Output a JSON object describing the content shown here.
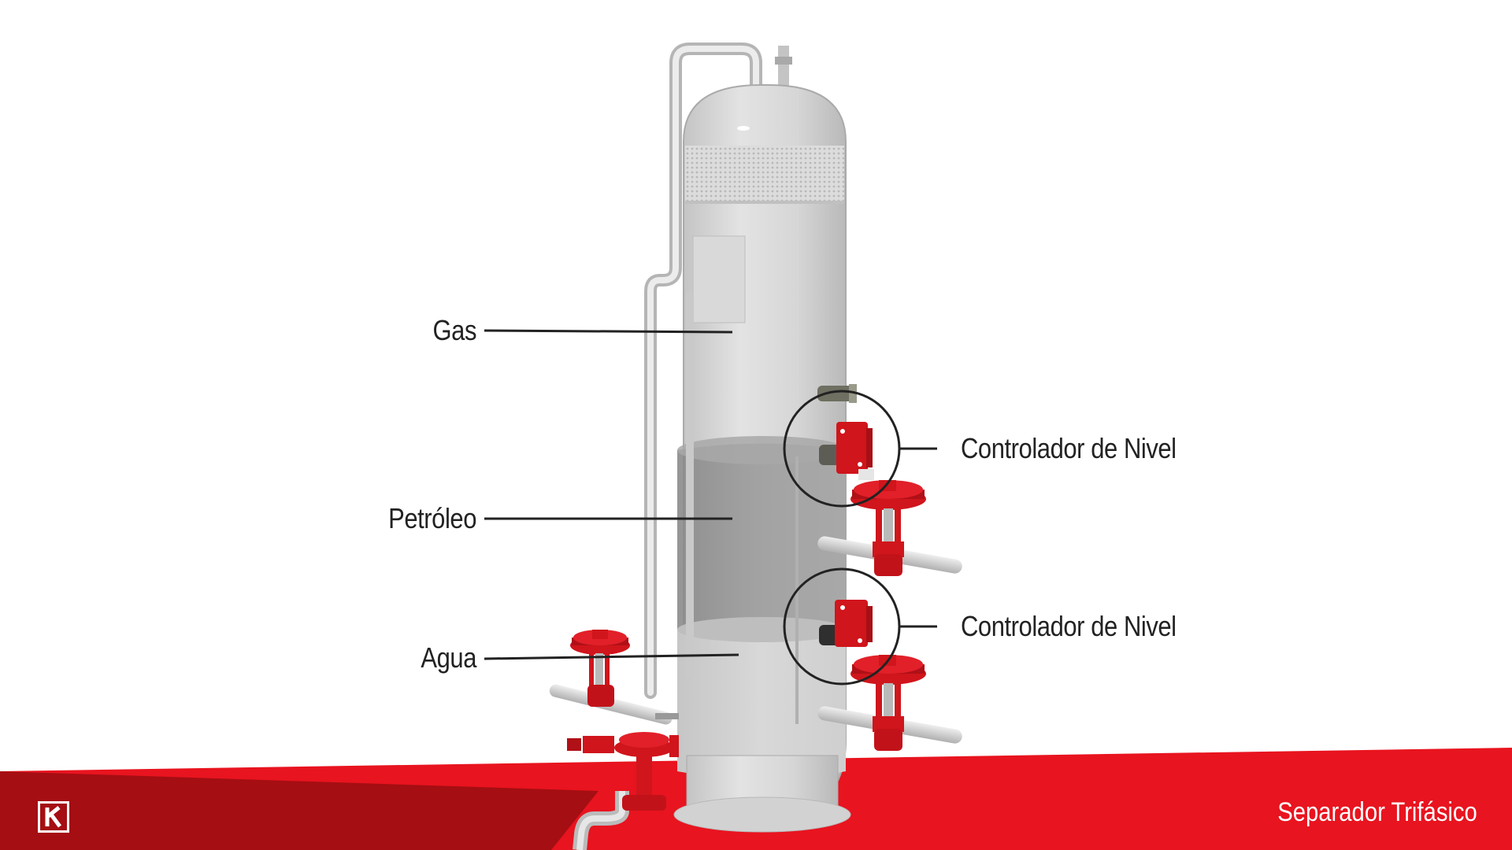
{
  "labels": {
    "gas": "Gas",
    "petroleo": "Petróleo",
    "agua": "Agua",
    "controller_1": "Controlador de Nivel",
    "controller_2": "Controlador de Nivel"
  },
  "footer": {
    "title": "Separador Trifásico",
    "logo_icon": "k-logo-icon"
  },
  "colors": {
    "valve_red": "#d0151c",
    "footer_dark_red": "#a50e13",
    "footer_red": "#e8141f",
    "vessel_gray": "#cfcfcf",
    "leader_line": "#222222"
  }
}
